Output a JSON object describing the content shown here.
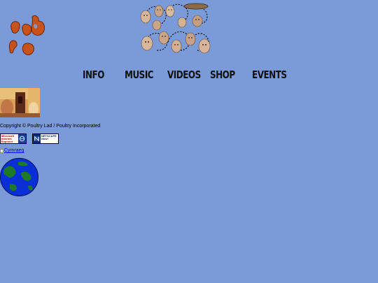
{
  "nav": {
    "items": [
      {
        "label": "INFO"
      },
      {
        "label": "MUSIC"
      },
      {
        "label": "VIDEOS"
      },
      {
        "label": "SHOP"
      },
      {
        "label": "EVENTS"
      }
    ]
  },
  "footer": {
    "copyright": "Copyright © Poultry Lad / Poultry Incorporated"
  },
  "badges": {
    "ie_text": "Microsoft Internet Explorer",
    "ns_text": "NETSCAPE Now!"
  },
  "links": {
    "language_link": "Cymraeg"
  },
  "icons": {
    "logo": "poultry-lad-logo-icon",
    "faces": "faces-banner-icon",
    "globe": "globe-icon",
    "broken_image": "broken-image-icon"
  },
  "colors": {
    "background": "#7b9ad8",
    "link": "#0000ee",
    "logo_orange": "#c8521c"
  }
}
